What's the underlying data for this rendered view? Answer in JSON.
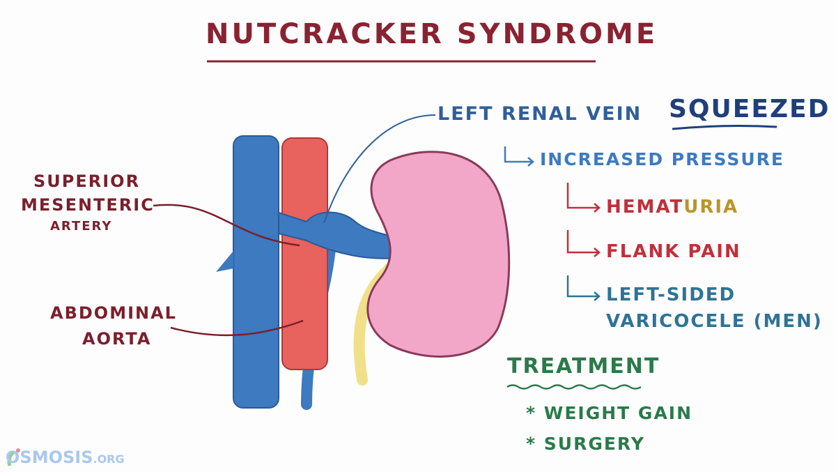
{
  "title": "Nutcracker Syndrome",
  "labels": {
    "sma_line1": "Superior",
    "sma_line2": "Mesenteric",
    "sma_line3": "Artery",
    "aorta_line1": "Abdominal",
    "aorta_line2": "Aorta",
    "renal_vein": "Left Renal Vein",
    "squeezed": "Squeezed"
  },
  "effects": {
    "increased_pressure": "Increased Pressure",
    "hematuria_a": "Hemat",
    "hematuria_b": "uria",
    "flank_pain": "Flank Pain",
    "varicocele_line1": "Left-Sided",
    "varicocele_line2": "Varicocele (men)"
  },
  "treatment": {
    "heading": "Treatment",
    "items": [
      "* Weight Gain",
      "* Surgery"
    ]
  },
  "logo": {
    "name": "OSMOSIS",
    "suffix": ".org"
  },
  "colors": {
    "title": "#8a2232",
    "vein": "#3d7ac0",
    "artery": "#e8625e",
    "kidney": "#f2a7c8",
    "ureter": "#f0e08a",
    "treatment": "#2a7a4a"
  }
}
